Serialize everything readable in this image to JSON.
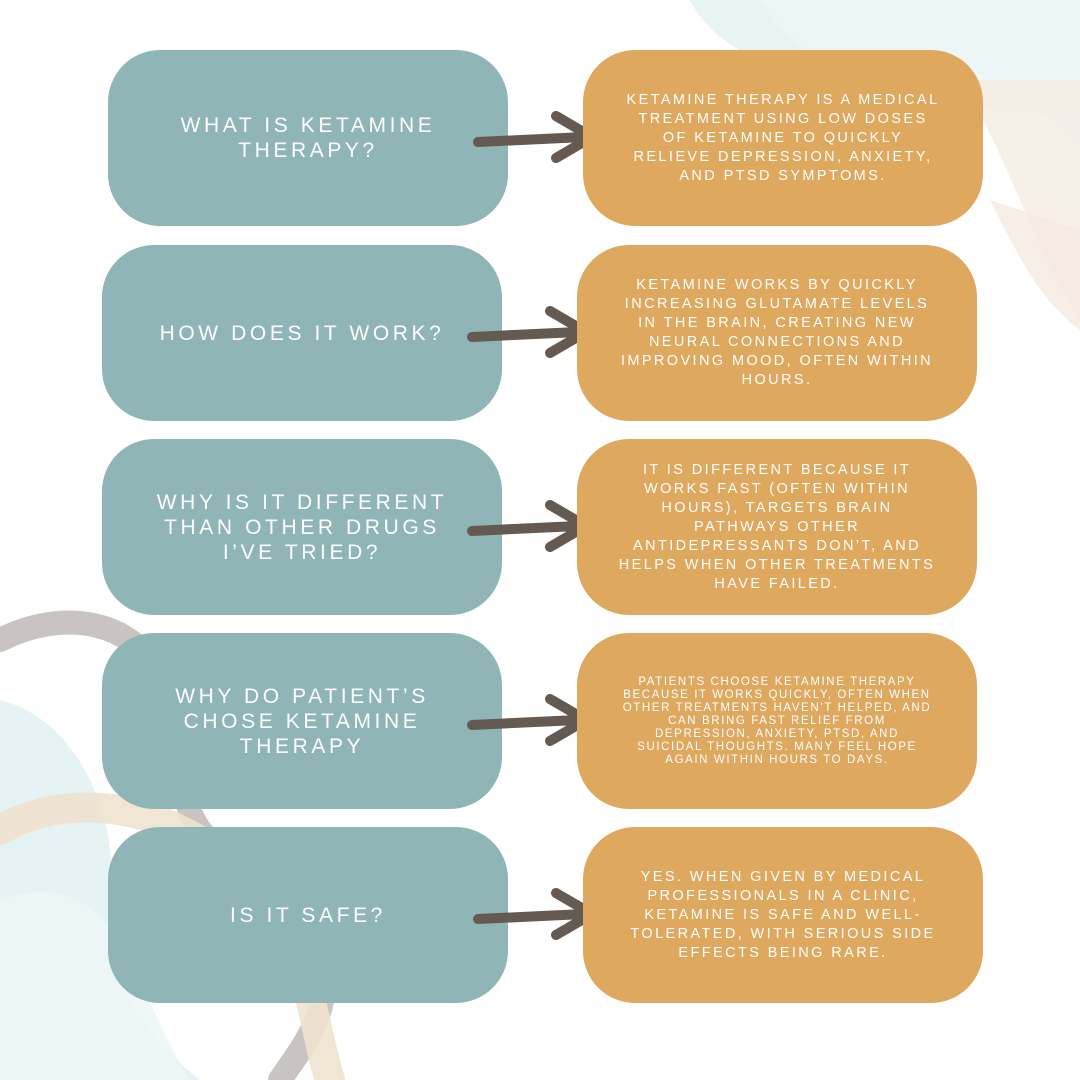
{
  "colors": {
    "question_box": "#8fb5b6",
    "answer_box": "#dea85f",
    "arrow": "#645a52",
    "text": "#ffffff"
  },
  "rows": [
    {
      "question": "WHAT IS KETAMINE THERAPY?",
      "answer": "KETAMINE THERAPY IS A MEDICAL TREATMENT USING LOW DOSES OF KETAMINE TO QUICKLY RELIEVE DEPRESSION, ANXIETY, AND PTSD SYMPTOMS."
    },
    {
      "question": "HOW DOES IT WORK?",
      "answer": "KETAMINE WORKS BY QUICKLY INCREASING GLUTAMATE LEVELS IN THE BRAIN, CREATING NEW NEURAL CONNECTIONS AND IMPROVING MOOD, OFTEN WITHIN HOURS."
    },
    {
      "question": "WHY IS IT DIFFERENT THAN OTHER DRUGS I’VE TRIED?",
      "answer": "IT  IS DIFFERENT BECAUSE IT WORKS FAST (OFTEN WITHIN HOURS), TARGETS BRAIN PATHWAYS OTHER ANTIDEPRESSANTS DON’T, AND HELPS WHEN OTHER TREATMENTS HAVE FAILED."
    },
    {
      "question": "WHY DO PATIENT’S CHOSE KETAMINE THERAPY",
      "answer": "PATIENTS CHOOSE KETAMINE THERAPY BECAUSE IT WORKS QUICKLY, OFTEN WHEN OTHER TREATMENTS HAVEN’T HELPED, AND CAN BRING FAST RELIEF FROM DEPRESSION, ANXIETY, PTSD, AND SUICIDAL THOUGHTS. MANY FEEL HOPE AGAIN WITHIN HOURS TO DAYS."
    },
    {
      "question": "IS IT SAFE?",
      "answer": "YES. WHEN GIVEN BY MEDICAL PROFESSIONALS IN A CLINIC, KETAMINE IS SAFE AND WELL-TOLERATED, WITH SERIOUS SIDE EFFECTS BEING RARE."
    }
  ]
}
